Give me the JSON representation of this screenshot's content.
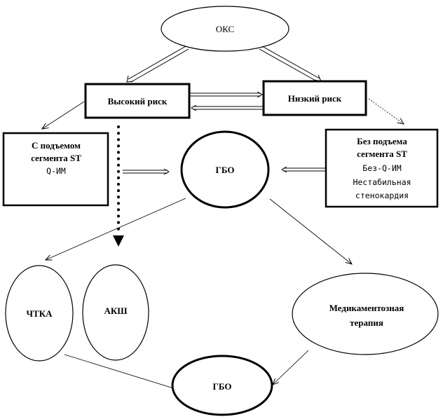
{
  "diagram": {
    "oks": "ОКС",
    "high_risk": "Высокий риск",
    "low_risk": "Низкий риск",
    "st_elev": {
      "line1": "С подъемом",
      "line2": "сегмента ST",
      "line3": "Q-ИМ"
    },
    "st_no_elev": {
      "line1": "Без подъема",
      "line2": "сегмента ST",
      "line3": "Без-Q-ИМ",
      "line4": "Нестабильная",
      "line5": "стенокардия"
    },
    "gbo_top": "ГБО",
    "ptca": "ЧТКА",
    "cabg": "АКШ",
    "med_therapy": {
      "line1": "Медикаментозная",
      "line2": "терапия"
    },
    "gbo_bottom": "ГБО"
  }
}
